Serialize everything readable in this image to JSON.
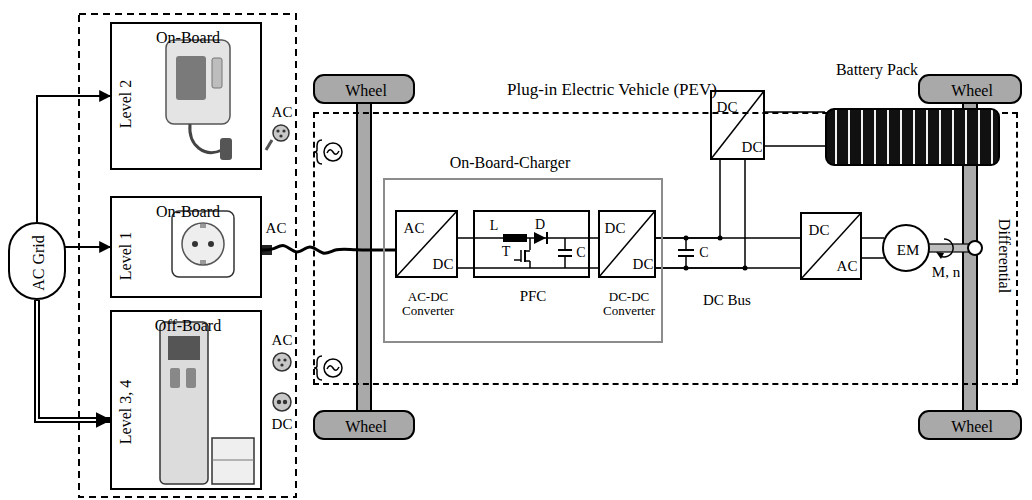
{
  "diagram": {
    "nodes": [
      {
        "text": [
          "AC Grid"
        ]
      },
      {
        "text": [
          "On-Board",
          "Level 2"
        ]
      },
      {
        "text": [
          "On-Board",
          "Level 1"
        ]
      },
      {
        "text": [
          "Off-Board",
          "Level 3, 4"
        ]
      },
      {
        "text": [
          "Plug-in Electric Vehicle (PEV)"
        ]
      },
      {
        "text": [
          "Wheel"
        ]
      },
      {
        "text": [
          "Wheel"
        ]
      },
      {
        "text": [
          "Wheel"
        ]
      },
      {
        "text": [
          "Wheel"
        ]
      },
      {
        "text": [
          "Battery Pack"
        ],
        "in": 4
      },
      {
        "text": [
          "DC",
          "DC"
        ],
        "in": 4
      },
      {
        "text": [
          "On-Board-Charger"
        ],
        "in": 4
      },
      {
        "text": [
          "AC",
          "DC",
          "AC-DC Converter"
        ],
        "in": 11
      },
      {
        "text": [
          "PFC"
        ],
        "in": 11
      },
      {
        "text": [
          "DC",
          "DC",
          "DC-DC Converter"
        ],
        "in": 11
      },
      {
        "text": [
          "DC",
          "AC"
        ],
        "in": 4
      },
      {
        "text": [
          "EM"
        ],
        "in": 4
      }
    ],
    "edges": [
      {
        "from": 0,
        "to": 1,
        "arrow": "to"
      },
      {
        "from": 0,
        "to": 2,
        "arrow": "to"
      },
      {
        "from": 0,
        "to": 3,
        "arrow": "to"
      },
      {
        "from": 2,
        "to": 12,
        "arrow": "none"
      },
      {
        "from": 12,
        "to": 13,
        "arrow": "none"
      },
      {
        "from": 13,
        "to": 14,
        "arrow": "none"
      },
      {
        "from": 14,
        "to": 15,
        "arrow": "none"
      },
      {
        "from": 14,
        "to": 10,
        "arrow": "none"
      },
      {
        "from": 10,
        "to": 9,
        "arrow": "none"
      },
      {
        "from": 15,
        "to": 16,
        "arrow": "none"
      },
      {
        "from": 5,
        "to": 7,
        "arrow": "none"
      },
      {
        "from": 6,
        "to": 8,
        "arrow": "none"
      }
    ],
    "labels": [
      "AC",
      "AC",
      "AC",
      "DC",
      "L",
      "D",
      "T",
      "C",
      "C",
      "DC Bus",
      "M, n",
      "Differential"
    ]
  }
}
